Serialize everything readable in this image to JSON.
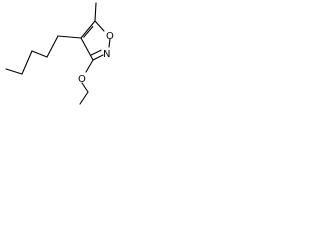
{
  "molecule": {
    "atoms": {
      "ring_oxygen": "O",
      "ring_nitrogen": "N",
      "ether_oxygen": "O"
    }
  },
  "colors": {
    "background": "#ffffff",
    "ink": "#000000"
  }
}
